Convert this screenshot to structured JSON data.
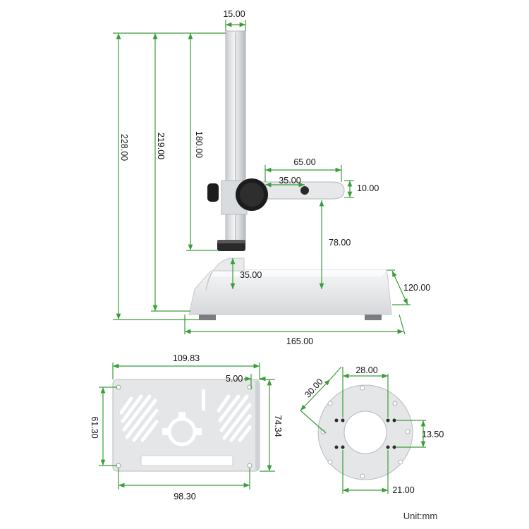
{
  "colors": {
    "dimension_line": "#3a9d3a",
    "metal": "#e4e6e8",
    "metal_dark": "#b9bcc0",
    "knob": "#1c1c1c"
  },
  "dimensions": {
    "pole_width": "15.00",
    "total_height": "228.00",
    "pole_height": "219.00",
    "travel_height": "180.00",
    "arm_length": "65.00",
    "holder_offset": "35.00",
    "arm_thickness": "10.00",
    "arm_to_base": "78.00",
    "base_step": "35.00",
    "base_depth": "120.00",
    "base_length": "165.00",
    "plate_width": "109.83",
    "plate_edge": "5.00",
    "plate_inner_height": "61.30",
    "plate_height": "74.34",
    "plate_hole_span": "98.30",
    "ring_hole_span": "28.00",
    "ring_angle_dim": "30.00",
    "ring_hole_gap": "13.50",
    "ring_bottom_span": "21.00"
  },
  "unit_label": "Unit:mm"
}
